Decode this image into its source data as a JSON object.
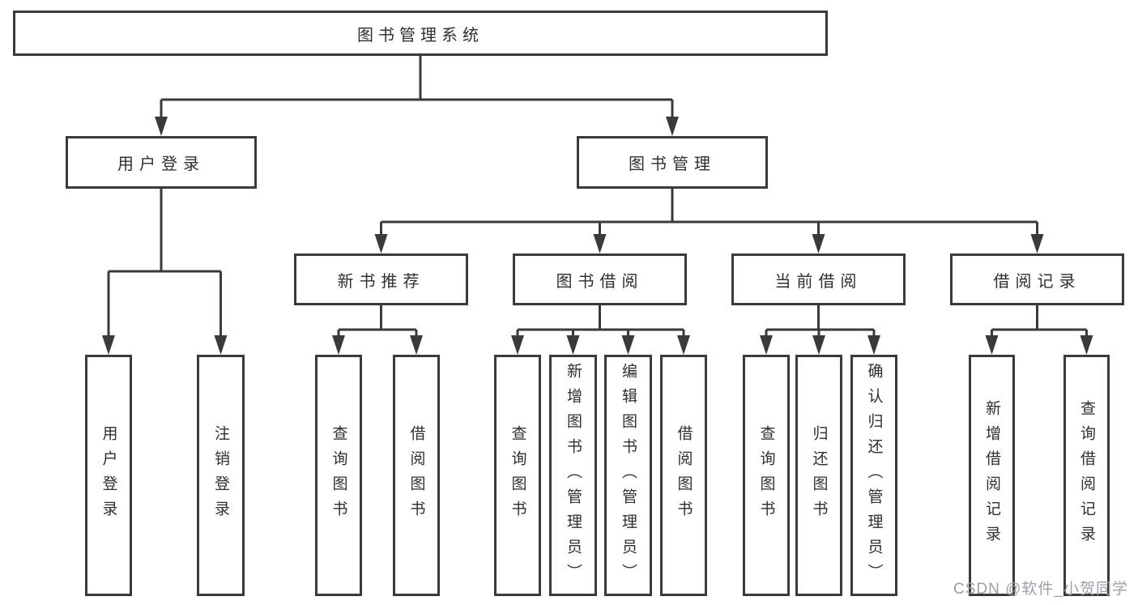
{
  "diagram": {
    "title": "图书管理系统",
    "root": {
      "label": "图书管理系统"
    },
    "branches": [
      {
        "label": "用户登录",
        "children": [
          {
            "label": "用户登录"
          },
          {
            "label": "注销登录"
          }
        ]
      },
      {
        "label": "图书管理",
        "children": [
          {
            "label": "新书推荐",
            "children": [
              {
                "label": "查询图书"
              },
              {
                "label": "借阅图书"
              }
            ]
          },
          {
            "label": "图书借阅",
            "children": [
              {
                "label": "查询图书"
              },
              {
                "label": "新增图书（管理员）"
              },
              {
                "label": "编辑图书（管理员）"
              },
              {
                "label": "借阅图书"
              }
            ]
          },
          {
            "label": "当前借阅",
            "children": [
              {
                "label": "查询图书"
              },
              {
                "label": "归还图书"
              },
              {
                "label": "确认归还（管理员）"
              }
            ]
          },
          {
            "label": "借阅记录",
            "children": [
              {
                "label": "新增借阅记录"
              },
              {
                "label": "查询借阅记录"
              }
            ]
          }
        ]
      }
    ]
  },
  "watermark": "CSDN @软件_小贺同学",
  "colors": {
    "background": "#ffffff",
    "line": "#3a3a3a",
    "box_border": "#3a3a3a",
    "box_fill": "#ffffff",
    "text": "#2f2f2f",
    "watermark": "#9aa0a6"
  }
}
